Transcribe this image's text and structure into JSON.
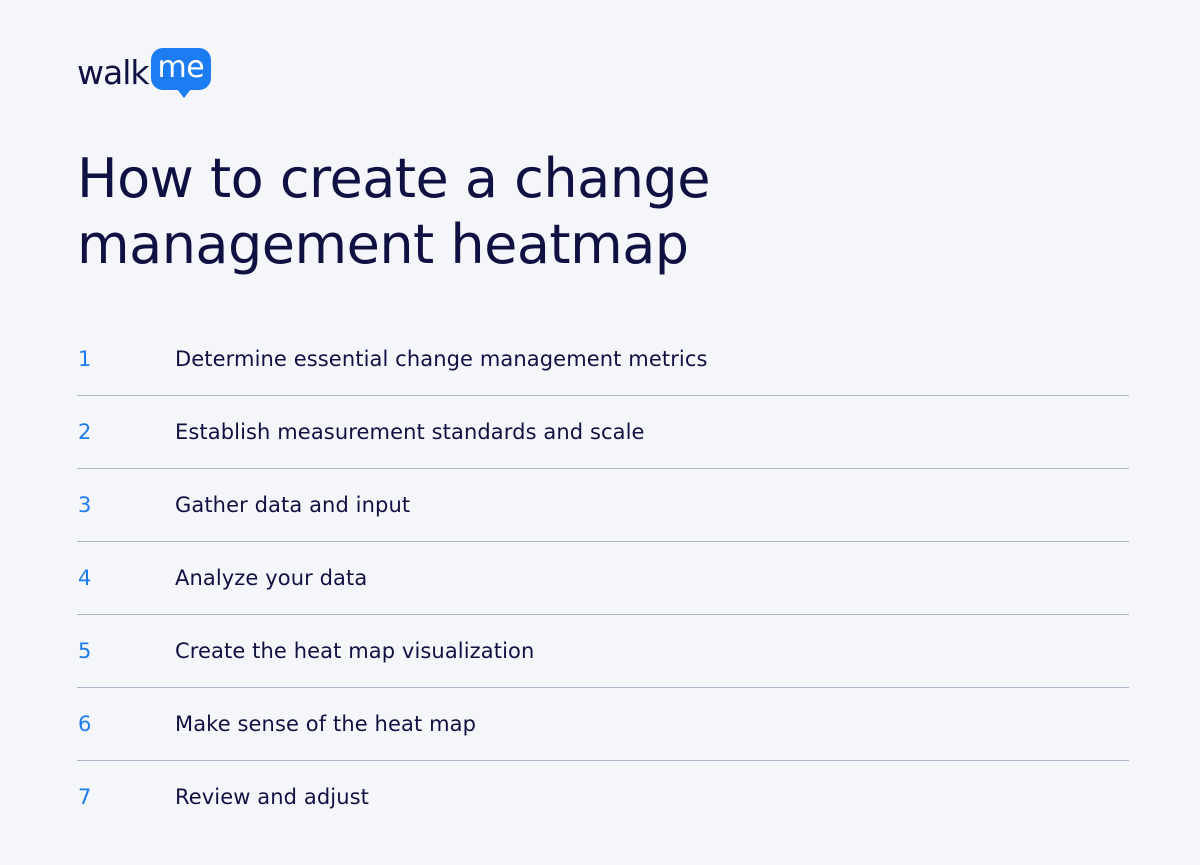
{
  "brand": {
    "logo_part1": "walk",
    "logo_part2": "me",
    "accent_color": "#1c7cf2",
    "text_color": "#0f1143",
    "background_color": "#f4f6f9",
    "divider_color": "#a9b6c6"
  },
  "title": {
    "line1": "How to create a change",
    "line2": "management heatmap"
  },
  "steps": [
    {
      "number": "1",
      "label": "Determine essential change management metrics"
    },
    {
      "number": "2",
      "label": "Establish measurement standards and scale"
    },
    {
      "number": "3",
      "label": "Gather data and input"
    },
    {
      "number": "4",
      "label": "Analyze your data"
    },
    {
      "number": "5",
      "label": "Create the heat map visualization"
    },
    {
      "number": "6",
      "label": "Make sense of the heat map"
    },
    {
      "number": "7",
      "label": "Review and adjust"
    }
  ]
}
